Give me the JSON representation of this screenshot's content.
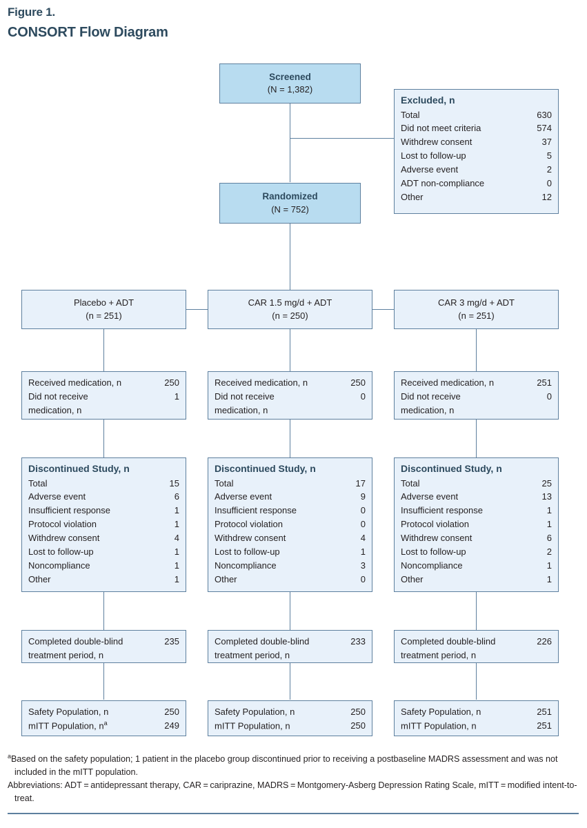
{
  "figure": {
    "label": "Figure 1.",
    "title": "CONSORT Flow Diagram"
  },
  "colors": {
    "border": "#5d7f9e",
    "box_fill": "#e8f1fa",
    "box_fill_dark": "#b8dcf0",
    "heading": "#2d4a5e",
    "text": "#231f20"
  },
  "nodes": {
    "screened": {
      "title": "Screened",
      "subtitle": "(N = 1,382)"
    },
    "randomized": {
      "title": "Randomized",
      "subtitle": "(N = 752)"
    },
    "excluded": {
      "heading": "Excluded, n",
      "rows": [
        {
          "label": "Total",
          "value": "630"
        },
        {
          "label": "Did not meet criteria",
          "value": "574"
        },
        {
          "label": "Withdrew consent",
          "value": "37"
        },
        {
          "label": "Lost to follow-up",
          "value": "5"
        },
        {
          "label": "Adverse event",
          "value": "2"
        },
        {
          "label": "ADT non-compliance",
          "value": "0"
        },
        {
          "label": "Other",
          "value": "12"
        }
      ]
    }
  },
  "arms": [
    {
      "id": "placebo",
      "name": "Placebo + ADT",
      "n": "(n = 251)",
      "medication": {
        "received_label": "Received medication, n",
        "received_value": "250",
        "not_received_label_line1": "Did not receive",
        "not_received_label_line2": "medication, n",
        "not_received_value": "1"
      },
      "discontinued": {
        "heading": "Discontinued Study, n",
        "rows": [
          {
            "label": "Total",
            "value": "15"
          },
          {
            "label": "Adverse event",
            "value": "6"
          },
          {
            "label": "Insufficient response",
            "value": "1"
          },
          {
            "label": "Protocol violation",
            "value": "1"
          },
          {
            "label": "Withdrew consent",
            "value": "4"
          },
          {
            "label": "Lost to follow-up",
            "value": "1"
          },
          {
            "label": "Noncompliance",
            "value": "1"
          },
          {
            "label": "Other",
            "value": "1"
          }
        ]
      },
      "completed": {
        "line1": "Completed double-blind",
        "line2": "treatment period, n",
        "value": "235"
      },
      "populations": {
        "safety_label": "Safety Population, n",
        "safety_value": "250",
        "mitt_label": "mITT Population, n",
        "mitt_superscript": "a",
        "mitt_value": "249"
      }
    },
    {
      "id": "car15",
      "name": "CAR 1.5 mg/d + ADT",
      "n": "(n = 250)",
      "medication": {
        "received_label": "Received medication, n",
        "received_value": "250",
        "not_received_label_line1": "Did not receive",
        "not_received_label_line2": "medication, n",
        "not_received_value": "0"
      },
      "discontinued": {
        "heading": "Discontinued Study, n",
        "rows": [
          {
            "label": "Total",
            "value": "17"
          },
          {
            "label": "Adverse event",
            "value": "9"
          },
          {
            "label": "Insufficient response",
            "value": "0"
          },
          {
            "label": "Protocol violation",
            "value": "0"
          },
          {
            "label": "Withdrew consent",
            "value": "4"
          },
          {
            "label": "Lost to follow-up",
            "value": "1"
          },
          {
            "label": "Noncompliance",
            "value": "3"
          },
          {
            "label": "Other",
            "value": "0"
          }
        ]
      },
      "completed": {
        "line1": "Completed double-blind",
        "line2": "treatment period, n",
        "value": "233"
      },
      "populations": {
        "safety_label": "Safety Population, n",
        "safety_value": "250",
        "mitt_label": "mITT Population, n",
        "mitt_superscript": "",
        "mitt_value": "250"
      }
    },
    {
      "id": "car3",
      "name": "CAR 3 mg/d + ADT",
      "n": "(n = 251)",
      "medication": {
        "received_label": "Received medication, n",
        "received_value": "251",
        "not_received_label_line1": "Did not receive",
        "not_received_label_line2": "medication, n",
        "not_received_value": "0"
      },
      "discontinued": {
        "heading": "Discontinued Study, n",
        "rows": [
          {
            "label": "Total",
            "value": "25"
          },
          {
            "label": "Adverse event",
            "value": "13"
          },
          {
            "label": "Insufficient response",
            "value": "1"
          },
          {
            "label": "Protocol violation",
            "value": "1"
          },
          {
            "label": "Withdrew consent",
            "value": "6"
          },
          {
            "label": "Lost to follow-up",
            "value": "2"
          },
          {
            "label": "Noncompliance",
            "value": "1"
          },
          {
            "label": "Other",
            "value": "1"
          }
        ]
      },
      "completed": {
        "line1": "Completed double-blind",
        "line2": "treatment period, n",
        "value": "226"
      },
      "populations": {
        "safety_label": "Safety Population, n",
        "safety_value": "251",
        "mitt_label": "mITT Population, n",
        "mitt_superscript": "",
        "mitt_value": "251"
      }
    }
  ],
  "footnotes": {
    "marker": "a",
    "note_a": "Based on the safety population; 1 patient in the placebo group discontinued prior to receiving a postbaseline MADRS assessment and was not included in the mITT population.",
    "abbreviations": "Abbreviations: ADT = antidepressant therapy, CAR = cariprazine, MADRS = Montgomery-Asberg Depression Rating Scale, mITT = modified intent-to-treat."
  }
}
